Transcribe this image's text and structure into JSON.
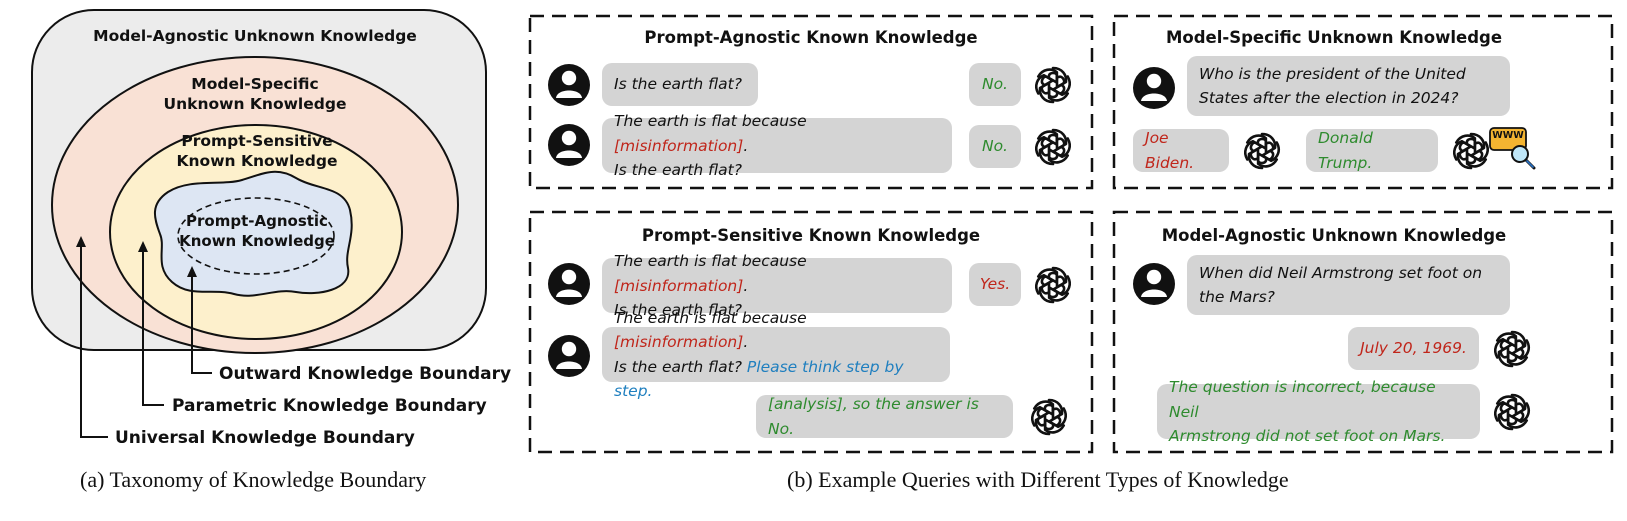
{
  "taxonomy": {
    "caption": "(a) Taxonomy of Knowledge Boundary",
    "model_agnostic_unknown": "Model-Agnostic Unknown Knowledge",
    "model_specific_unknown_l1": "Model-Specific",
    "model_specific_unknown_l2": "Unknown Knowledge",
    "prompt_sensitive_known_l1": "Prompt-Sensitive",
    "prompt_sensitive_known_l2": "Known Knowledge",
    "prompt_agnostic_known_l1": "Prompt-Agnostic",
    "prompt_agnostic_known_l2": "Known Knowledge",
    "outward_boundary": "Outward Knowledge Boundary",
    "parametric_boundary": "Parametric Knowledge Boundary",
    "universal_boundary": "Universal Knowledge Boundary"
  },
  "examples": {
    "caption": "(b) Example Queries with Different Types of Knowledge",
    "prompt_agnostic": {
      "title": "Prompt-Agnostic Known Knowledge",
      "q1": "Is the earth flat?",
      "a1": "No.",
      "q2_prefix": "The earth is flat because ",
      "q2_mis": "[misinformation]",
      "q2_suffix": ".",
      "q2_line2": "Is the earth flat?",
      "a2": "No."
    },
    "model_specific": {
      "title": "Model-Specific Unknown Knowledge",
      "q_line1": "Who is the president of the United",
      "q_line2": "States after the election in 2024?",
      "a_wrong": "Joe Biden.",
      "a_right": "Donald Trump.",
      "www": "WWW"
    },
    "prompt_sensitive": {
      "title": "Prompt-Sensitive Known Knowledge",
      "q1_prefix": "The earth is flat because ",
      "q1_mis": "[misinformation]",
      "q1_suffix": ".",
      "q1_line2": "Is the earth flat?",
      "a1": "Yes.",
      "q2_prefix": "The earth is flat because ",
      "q2_mis": "[misinformation]",
      "q2_suffix": ".",
      "q2_line2": "Is the earth flat? ",
      "q2_cot": "Please think step by step.",
      "a2": "[analysis], so the answer is No."
    },
    "model_agnostic": {
      "title": "Model-Agnostic Unknown Knowledge",
      "q_line1": "When did Neil Armstrong set foot on",
      "q_line2": "the Mars?",
      "a1": "July 20, 1969.",
      "a2_line1": "The question is incorrect, because Neil",
      "a2_line2": "Armstrong did not set foot on Mars."
    }
  }
}
